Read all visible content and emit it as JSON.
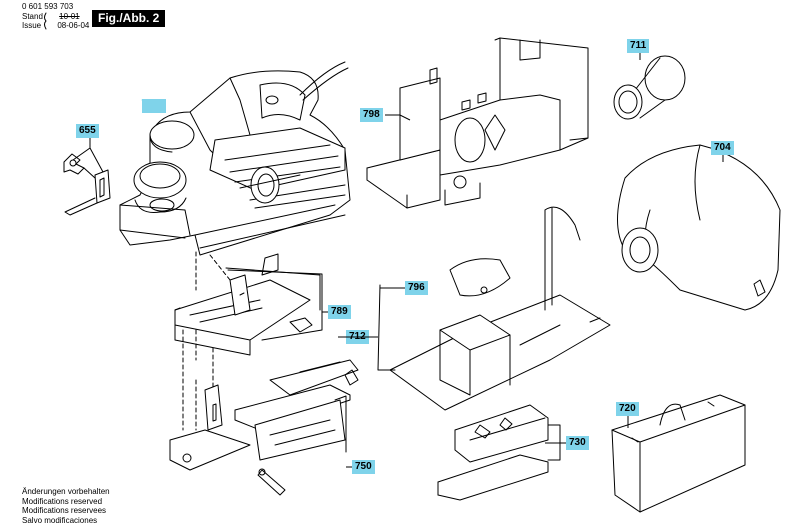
{
  "header": {
    "doc_number": "0 601 593 703",
    "stand_label": "Stand",
    "stand_value": "10-01",
    "issue_label": "Issue",
    "issue_value": "08-06-04"
  },
  "figure_title": "Fig./Abb. 2",
  "callouts": [
    {
      "id": "655",
      "label": "655"
    },
    {
      "id": "798",
      "label": "798"
    },
    {
      "id": "711",
      "label": "711"
    },
    {
      "id": "704",
      "label": "704"
    },
    {
      "id": "789",
      "label": "789"
    },
    {
      "id": "796",
      "label": "796"
    },
    {
      "id": "712",
      "label": "712"
    },
    {
      "id": "720",
      "label": "720"
    },
    {
      "id": "730",
      "label": "730"
    },
    {
      "id": "750",
      "label": "750"
    }
  ],
  "blank_tag": "",
  "notes": [
    "Änderungen vorbehalten",
    "Modifications reserved",
    "Modifications reservees",
    "Salvo modificaciones"
  ],
  "colors": {
    "callout_bg": "#7fd3ea",
    "title_bg": "#000000",
    "line": "#000000"
  }
}
